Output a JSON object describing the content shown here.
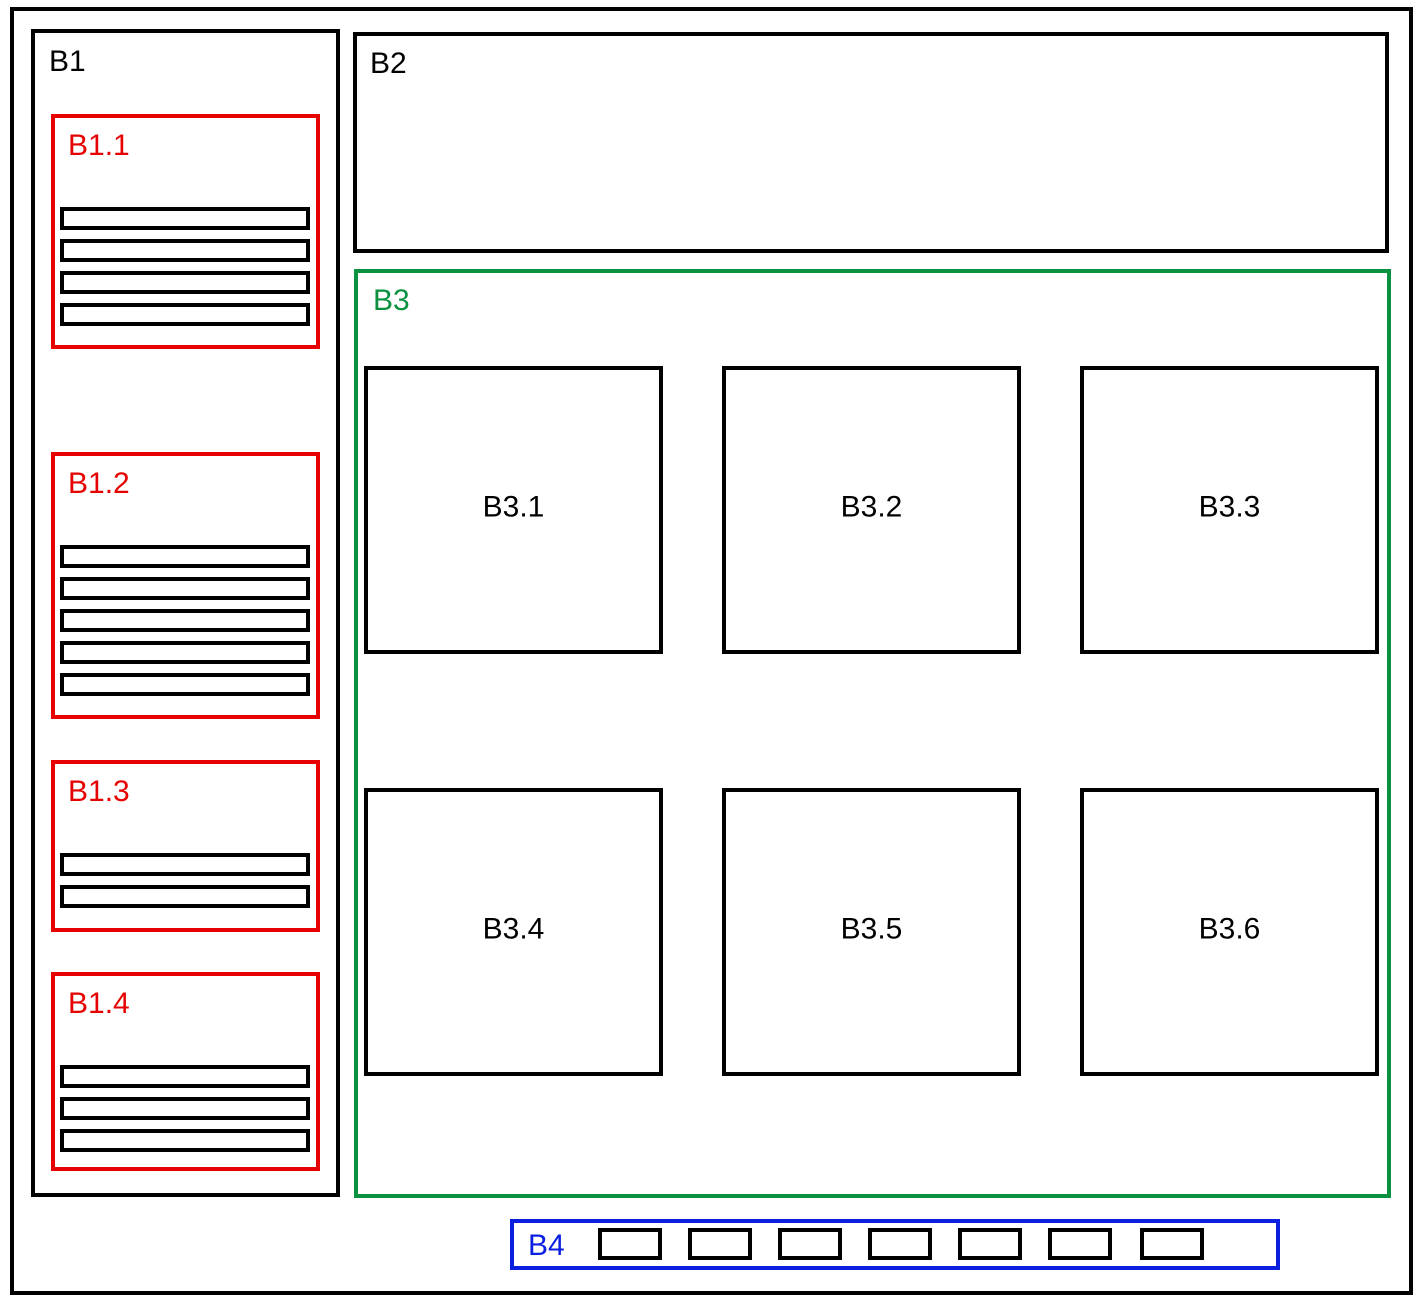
{
  "b1": {
    "label": "B1",
    "groups": [
      {
        "label": "B1.1",
        "item_count": 4
      },
      {
        "label": "B1.2",
        "item_count": 5
      },
      {
        "label": "B1.3",
        "item_count": 2
      },
      {
        "label": "B1.4",
        "item_count": 3
      }
    ]
  },
  "b2": {
    "label": "B2"
  },
  "b3": {
    "label": "B3",
    "tiles": [
      {
        "label": "B3.1"
      },
      {
        "label": "B3.2"
      },
      {
        "label": "B3.3"
      },
      {
        "label": "B3.4"
      },
      {
        "label": "B3.5"
      },
      {
        "label": "B3.6"
      }
    ]
  },
  "b4": {
    "label": "B4",
    "button_count": 7
  },
  "colors": {
    "outline": "#000000",
    "b1_groups": "#e60000",
    "b3": "#0a9140",
    "b4": "#0a1fe0"
  }
}
